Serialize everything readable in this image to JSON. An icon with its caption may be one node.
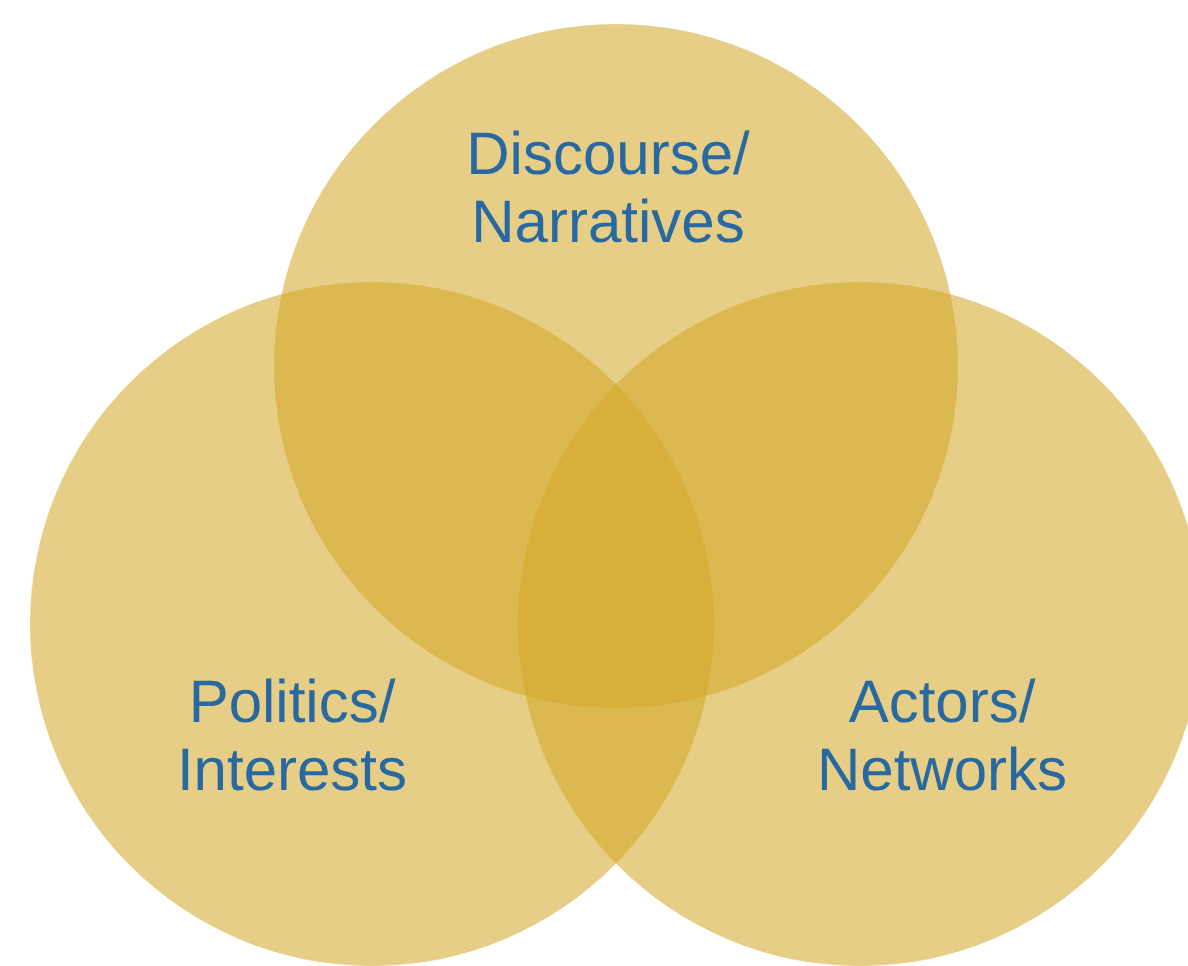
{
  "diagram": {
    "nodes": [
      {
        "text": [
          "Discourse/ Narratives"
        ]
      },
      {
        "text": [
          "Politics/ Interests"
        ]
      },
      {
        "text": [
          "Actors/ Networks"
        ]
      }
    ]
  }
}
